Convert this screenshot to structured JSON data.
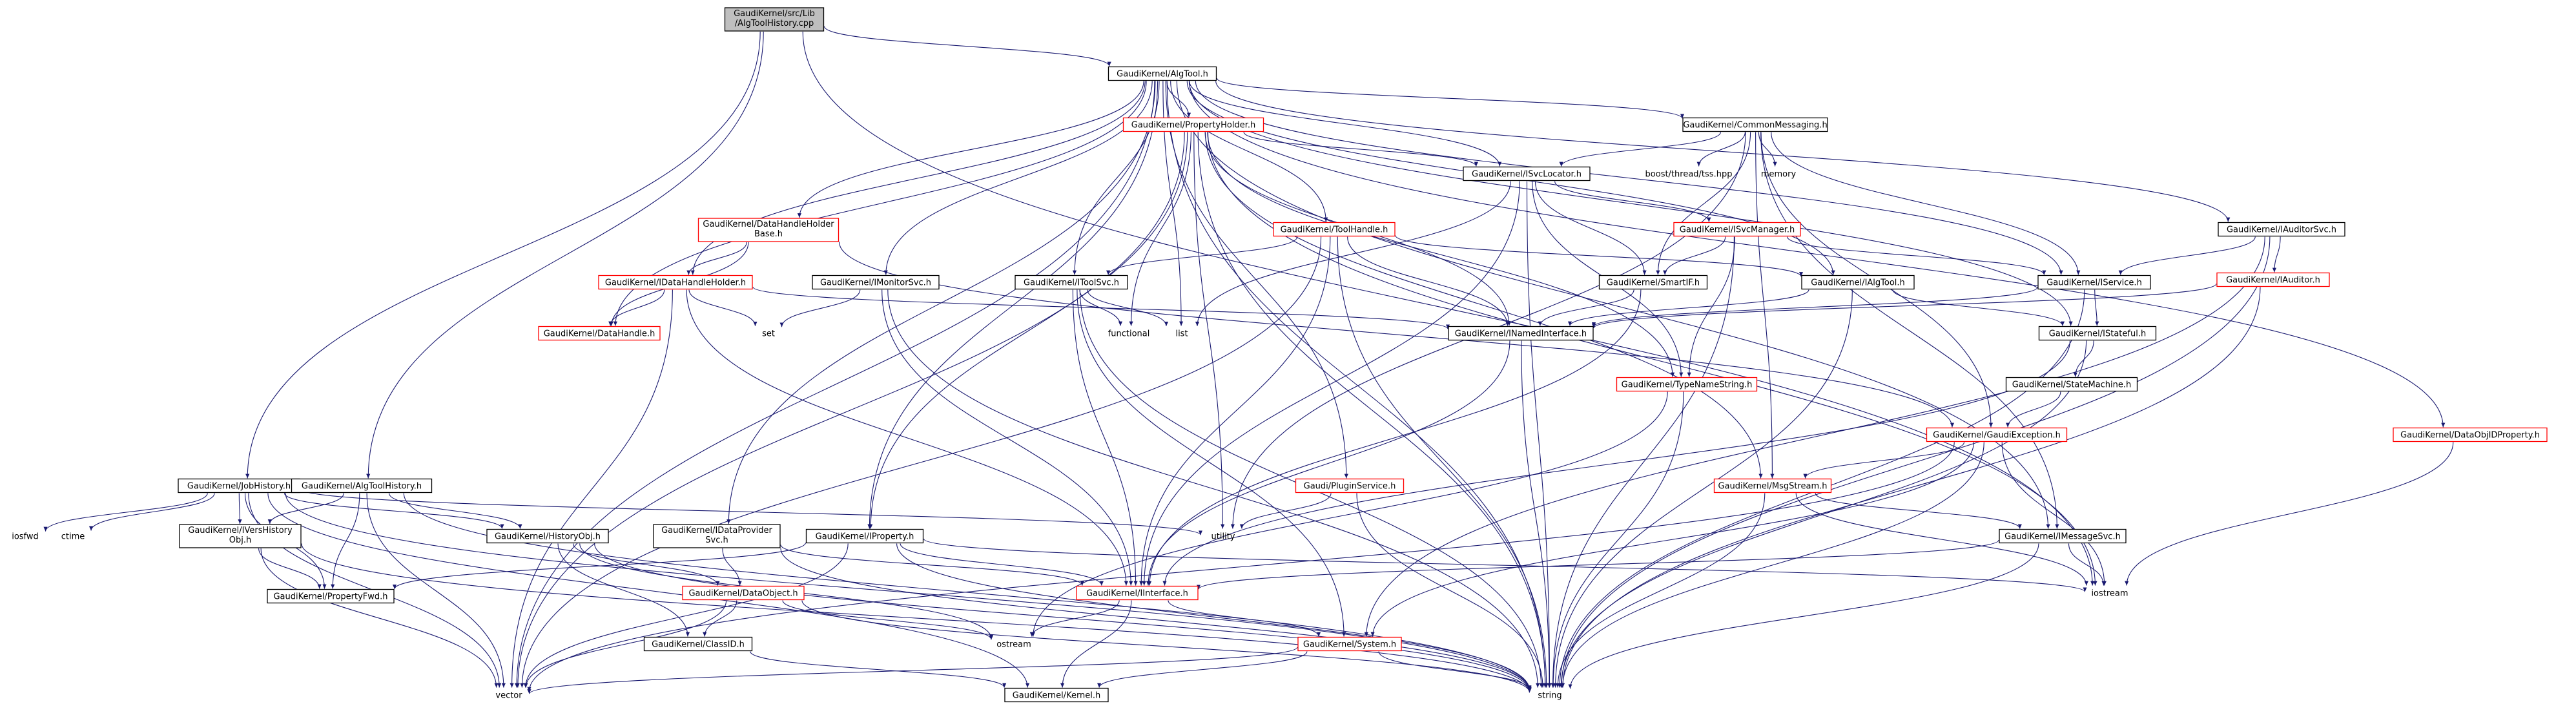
{
  "diagram": {
    "colors": {
      "edge": "#191970",
      "node_border_default": "#000000",
      "node_border_highlight": "#ff0000",
      "root_fill": "#bfbfbf",
      "node_fill": "#ffffff"
    },
    "nodes": [
      {
        "id": "root",
        "lines": [
          "GaudiKernel/src/Lib",
          "/AlgToolHistory.cpp"
        ],
        "style": "root"
      },
      {
        "id": "algtool_h",
        "lines": [
          "GaudiKernel/AlgTool.h"
        ],
        "style": "black"
      },
      {
        "id": "propertyholder",
        "lines": [
          "GaudiKernel/PropertyHolder.h"
        ],
        "style": "red"
      },
      {
        "id": "commonmessaging",
        "lines": [
          "GaudiKernel/CommonMessaging.h"
        ],
        "style": "black"
      },
      {
        "id": "isvclocator",
        "lines": [
          "GaudiKernel/ISvcLocator.h"
        ],
        "style": "black"
      },
      {
        "id": "boost_tss",
        "lines": [
          "boost/thread/tss.hpp"
        ],
        "style": "none"
      },
      {
        "id": "memory",
        "lines": [
          "memory"
        ],
        "style": "none"
      },
      {
        "id": "iauditorsvc",
        "lines": [
          "GaudiKernel/IAuditorSvc.h"
        ],
        "style": "black"
      },
      {
        "id": "datahandleholderbase",
        "lines": [
          "GaudiKernel/DataHandleHolder",
          "Base.h"
        ],
        "style": "red"
      },
      {
        "id": "toolhandle",
        "lines": [
          "GaudiKernel/ToolHandle.h"
        ],
        "style": "red"
      },
      {
        "id": "isvcmanager",
        "lines": [
          "GaudiKernel/ISvcManager.h"
        ],
        "style": "red"
      },
      {
        "id": "iauditor",
        "lines": [
          "GaudiKernel/IAuditor.h"
        ],
        "style": "red"
      },
      {
        "id": "idatahandleholder",
        "lines": [
          "GaudiKernel/IDataHandleHolder.h"
        ],
        "style": "red"
      },
      {
        "id": "imonitorsvc",
        "lines": [
          "GaudiKernel/IMonitorSvc.h"
        ],
        "style": "black"
      },
      {
        "id": "itoolsvc",
        "lines": [
          "GaudiKernel/IToolSvc.h"
        ],
        "style": "black"
      },
      {
        "id": "smartif",
        "lines": [
          "GaudiKernel/SmartIF.h"
        ],
        "style": "black"
      },
      {
        "id": "ialgtool",
        "lines": [
          "GaudiKernel/IAlgTool.h"
        ],
        "style": "black"
      },
      {
        "id": "iservice",
        "lines": [
          "GaudiKernel/IService.h"
        ],
        "style": "black"
      },
      {
        "id": "datahandle",
        "lines": [
          "GaudiKernel/DataHandle.h"
        ],
        "style": "red"
      },
      {
        "id": "set",
        "lines": [
          "set"
        ],
        "style": "none"
      },
      {
        "id": "functional",
        "lines": [
          "functional"
        ],
        "style": "none"
      },
      {
        "id": "list",
        "lines": [
          "list"
        ],
        "style": "none"
      },
      {
        "id": "inamedinterface",
        "lines": [
          "GaudiKernel/INamedInterface.h"
        ],
        "style": "black"
      },
      {
        "id": "istateful",
        "lines": [
          "GaudiKernel/IStateful.h"
        ],
        "style": "black"
      },
      {
        "id": "typenamestring",
        "lines": [
          "GaudiKernel/TypeNameString.h"
        ],
        "style": "red"
      },
      {
        "id": "statemachine",
        "lines": [
          "GaudiKernel/StateMachine.h"
        ],
        "style": "black"
      },
      {
        "id": "gaudiexception",
        "lines": [
          "GaudiKernel/GaudiException.h"
        ],
        "style": "red"
      },
      {
        "id": "dataobjidproperty",
        "lines": [
          "GaudiKernel/DataObjIDProperty.h"
        ],
        "style": "red"
      },
      {
        "id": "jobhistory",
        "lines": [
          "GaudiKernel/JobHistory.h"
        ],
        "style": "black"
      },
      {
        "id": "algtoolhistory",
        "lines": [
          "GaudiKernel/AlgToolHistory.h"
        ],
        "style": "black"
      },
      {
        "id": "plugin_service",
        "lines": [
          "Gaudi/PluginService.h"
        ],
        "style": "red"
      },
      {
        "id": "msgstream",
        "lines": [
          "GaudiKernel/MsgStream.h"
        ],
        "style": "red"
      },
      {
        "id": "iosfwd",
        "lines": [
          "iosfwd"
        ],
        "style": "none"
      },
      {
        "id": "ctime",
        "lines": [
          "ctime"
        ],
        "style": "none"
      },
      {
        "id": "iversionedhistory",
        "lines": [
          "GaudiKernel/IVersHistory",
          "Obj.h"
        ],
        "style": "black"
      },
      {
        "id": "historyobj",
        "lines": [
          "GaudiKernel/HistoryObj.h"
        ],
        "style": "black"
      },
      {
        "id": "idataprovidersvc",
        "lines": [
          "GaudiKernel/IDataProvider",
          "Svc.h"
        ],
        "style": "black"
      },
      {
        "id": "iproperty",
        "lines": [
          "GaudiKernel/IProperty.h"
        ],
        "style": "black"
      },
      {
        "id": "utility",
        "lines": [
          "utility"
        ],
        "style": "none"
      },
      {
        "id": "imessagesvc",
        "lines": [
          "GaudiKernel/IMessageSvc.h"
        ],
        "style": "black"
      },
      {
        "id": "propertyfwd",
        "lines": [
          "GaudiKernel/PropertyFwd.h"
        ],
        "style": "black"
      },
      {
        "id": "dataobject",
        "lines": [
          "GaudiKernel/DataObject.h"
        ],
        "style": "red"
      },
      {
        "id": "iinterface",
        "lines": [
          "GaudiKernel/IInterface.h"
        ],
        "style": "red"
      },
      {
        "id": "iostream",
        "lines": [
          "iostream"
        ],
        "style": "none"
      },
      {
        "id": "classid",
        "lines": [
          "GaudiKernel/ClassID.h"
        ],
        "style": "black"
      },
      {
        "id": "ostream",
        "lines": [
          "ostream"
        ],
        "style": "none"
      },
      {
        "id": "system",
        "lines": [
          "GaudiKernel/System.h"
        ],
        "style": "red"
      },
      {
        "id": "vector",
        "lines": [
          "vector"
        ],
        "style": "none"
      },
      {
        "id": "kernel",
        "lines": [
          "GaudiKernel/Kernel.h"
        ],
        "style": "black"
      },
      {
        "id": "string",
        "lines": [
          "string"
        ],
        "style": "none"
      }
    ],
    "edges": [
      [
        "root",
        "algtool_h"
      ],
      [
        "root",
        "jobhistory"
      ],
      [
        "root",
        "algtoolhistory"
      ],
      [
        "root",
        "iostream"
      ],
      [
        "algtool_h",
        "propertyholder"
      ],
      [
        "algtool_h",
        "commonmessaging"
      ],
      [
        "algtool_h",
        "isvclocator"
      ],
      [
        "algtool_h",
        "iauditorsvc"
      ],
      [
        "algtool_h",
        "datahandleholderbase"
      ],
      [
        "algtool_h",
        "toolhandle"
      ],
      [
        "algtool_h",
        "idatahandleholder"
      ],
      [
        "algtool_h",
        "imonitorsvc"
      ],
      [
        "algtool_h",
        "itoolsvc"
      ],
      [
        "algtool_h",
        "ialgtool"
      ],
      [
        "algtool_h",
        "iservice"
      ],
      [
        "algtool_h",
        "datahandle"
      ],
      [
        "algtool_h",
        "list"
      ],
      [
        "algtool_h",
        "istateful"
      ],
      [
        "algtool_h",
        "dataobjidproperty"
      ],
      [
        "algtool_h",
        "plugin_service"
      ],
      [
        "algtool_h",
        "idataprovidersvc"
      ],
      [
        "algtool_h",
        "iproperty"
      ],
      [
        "algtool_h",
        "imessagesvc"
      ],
      [
        "algtool_h",
        "vector"
      ],
      [
        "algtool_h",
        "string"
      ],
      [
        "propertyholder",
        "isvclocator"
      ],
      [
        "propertyholder",
        "iproperty"
      ],
      [
        "propertyholder",
        "inamedinterface"
      ],
      [
        "propertyholder",
        "msgstream"
      ],
      [
        "propertyholder",
        "utility"
      ],
      [
        "propertyholder",
        "iostream"
      ],
      [
        "propertyholder",
        "vector"
      ],
      [
        "propertyholder",
        "string"
      ],
      [
        "propertyholder",
        "functional"
      ],
      [
        "propertyholder",
        "typenamestring"
      ],
      [
        "commonmessaging",
        "isvclocator"
      ],
      [
        "commonmessaging",
        "boost_tss"
      ],
      [
        "commonmessaging",
        "memory"
      ],
      [
        "commonmessaging",
        "iservice"
      ],
      [
        "commonmessaging",
        "smartif"
      ],
      [
        "commonmessaging",
        "msgstream"
      ],
      [
        "commonmessaging",
        "gaudiexception"
      ],
      [
        "commonmessaging",
        "imessagesvc"
      ],
      [
        "commonmessaging",
        "utility"
      ],
      [
        "isvclocator",
        "isvcmanager"
      ],
      [
        "isvclocator",
        "smartif"
      ],
      [
        "isvclocator",
        "iinterface"
      ],
      [
        "isvclocator",
        "list"
      ],
      [
        "isvclocator",
        "string"
      ],
      [
        "isvclocator",
        "typenamestring"
      ],
      [
        "isvcmanager",
        "iservice"
      ],
      [
        "isvcmanager",
        "smartif"
      ],
      [
        "isvcmanager",
        "typenamestring"
      ],
      [
        "isvcmanager",
        "string"
      ],
      [
        "iauditorsvc",
        "iservice"
      ],
      [
        "iauditorsvc",
        "iauditor"
      ],
      [
        "iauditorsvc",
        "string"
      ],
      [
        "iauditorsvc",
        "system"
      ],
      [
        "iauditor",
        "inamedinterface"
      ],
      [
        "iauditor",
        "string"
      ],
      [
        "datahandleholderbase",
        "idatahandleholder"
      ],
      [
        "datahandleholderbase",
        "datahandle"
      ],
      [
        "datahandleholderbase",
        "gaudiexception"
      ],
      [
        "toolhandle",
        "itoolsvc"
      ],
      [
        "toolhandle",
        "ialgtool"
      ],
      [
        "toolhandle",
        "inamedinterface"
      ],
      [
        "toolhandle",
        "iinterface"
      ],
      [
        "toolhandle",
        "string"
      ],
      [
        "toolhandle",
        "vector"
      ],
      [
        "idatahandleholder",
        "datahandle"
      ],
      [
        "idatahandleholder",
        "inamedinterface"
      ],
      [
        "idatahandleholder",
        "iinterface"
      ],
      [
        "idatahandleholder",
        "set"
      ],
      [
        "idatahandleholder",
        "vector"
      ],
      [
        "imonitorsvc",
        "iinterface"
      ],
      [
        "imonitorsvc",
        "set"
      ],
      [
        "imonitorsvc",
        "string"
      ],
      [
        "itoolsvc",
        "iinterface"
      ],
      [
        "itoolsvc",
        "functional"
      ],
      [
        "itoolsvc",
        "list"
      ],
      [
        "itoolsvc",
        "system"
      ],
      [
        "itoolsvc",
        "string"
      ],
      [
        "ialgtool",
        "istateful"
      ],
      [
        "ialgtool",
        "inamedinterface"
      ],
      [
        "ialgtool",
        "string"
      ],
      [
        "iservice",
        "istateful"
      ],
      [
        "iservice",
        "inamedinterface"
      ],
      [
        "iservice",
        "string"
      ],
      [
        "smartif",
        "inamedinterface"
      ],
      [
        "smartif",
        "iinterface"
      ],
      [
        "inamedinterface",
        "iinterface"
      ],
      [
        "inamedinterface",
        "string"
      ],
      [
        "istateful",
        "statemachine"
      ],
      [
        "istateful",
        "iinterface"
      ],
      [
        "istateful",
        "string"
      ],
      [
        "statemachine",
        "gaudiexception"
      ],
      [
        "typenamestring",
        "string"
      ],
      [
        "typenamestring",
        "ostream"
      ],
      [
        "gaudiexception",
        "msgstream"
      ],
      [
        "gaudiexception",
        "system"
      ],
      [
        "gaudiexception",
        "iostream"
      ],
      [
        "gaudiexception",
        "string"
      ],
      [
        "gaudiexception",
        "vector"
      ],
      [
        "dataobjidproperty",
        "iostream"
      ],
      [
        "jobhistory",
        "iversionedhistory"
      ],
      [
        "jobhistory",
        "historyobj"
      ],
      [
        "jobhistory",
        "propertyfwd"
      ],
      [
        "jobhistory",
        "iosfwd"
      ],
      [
        "jobhistory",
        "ctime"
      ],
      [
        "jobhistory",
        "vector"
      ],
      [
        "jobhistory",
        "utility"
      ],
      [
        "jobhistory",
        "string"
      ],
      [
        "jobhistory",
        "kernel"
      ],
      [
        "algtoolhistory",
        "historyobj"
      ],
      [
        "algtoolhistory",
        "iversionedhistory"
      ],
      [
        "algtoolhistory",
        "propertyfwd"
      ],
      [
        "algtoolhistory",
        "vector"
      ],
      [
        "algtoolhistory",
        "string"
      ],
      [
        "plugin_service",
        "utility"
      ],
      [
        "plugin_service",
        "string"
      ],
      [
        "msgstream",
        "imessagesvc"
      ],
      [
        "msgstream",
        "iostream"
      ],
      [
        "msgstream",
        "string"
      ],
      [
        "iversionedhistory",
        "propertyfwd"
      ],
      [
        "iversionedhistory",
        "string"
      ],
      [
        "iversionedhistory",
        "vector"
      ],
      [
        "historyobj",
        "dataobject"
      ],
      [
        "historyobj",
        "classid"
      ],
      [
        "historyobj",
        "ostream"
      ],
      [
        "historyobj",
        "string"
      ],
      [
        "idataprovidersvc",
        "iinterface"
      ],
      [
        "idataprovidersvc",
        "dataobject"
      ],
      [
        "idataprovidersvc",
        "string"
      ],
      [
        "iproperty",
        "iinterface"
      ],
      [
        "iproperty",
        "propertyfwd"
      ],
      [
        "iproperty",
        "string"
      ],
      [
        "iproperty",
        "vector"
      ],
      [
        "iproperty",
        "iostream"
      ],
      [
        "imessagesvc",
        "iinterface"
      ],
      [
        "imessagesvc",
        "iostream"
      ],
      [
        "imessagesvc",
        "string"
      ],
      [
        "dataobject",
        "classid"
      ],
      [
        "dataobject",
        "ostream"
      ],
      [
        "dataobject",
        "string"
      ],
      [
        "dataobject",
        "vector"
      ],
      [
        "iinterface",
        "system"
      ],
      [
        "iinterface",
        "kernel"
      ],
      [
        "iinterface",
        "ostream"
      ],
      [
        "classid",
        "kernel"
      ],
      [
        "system",
        "kernel"
      ],
      [
        "system",
        "string"
      ],
      [
        "system",
        "vector"
      ]
    ]
  }
}
